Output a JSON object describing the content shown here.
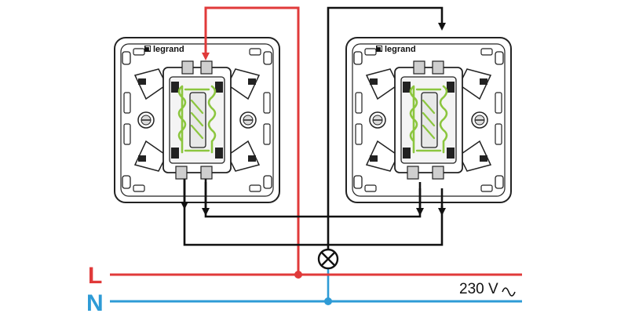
{
  "diagram": {
    "switches": [
      {
        "id": "left",
        "brand": "legrand"
      },
      {
        "id": "right",
        "brand": "legrand"
      }
    ],
    "lines": {
      "live": {
        "label": "L",
        "color": "#e03a3a"
      },
      "neutral": {
        "label": "N",
        "color": "#2e9bd6"
      }
    },
    "supply_voltage": "230 V",
    "wire_color": "#111111",
    "contact_color": "#8cc63f",
    "lamp": "lamp-icon"
  }
}
